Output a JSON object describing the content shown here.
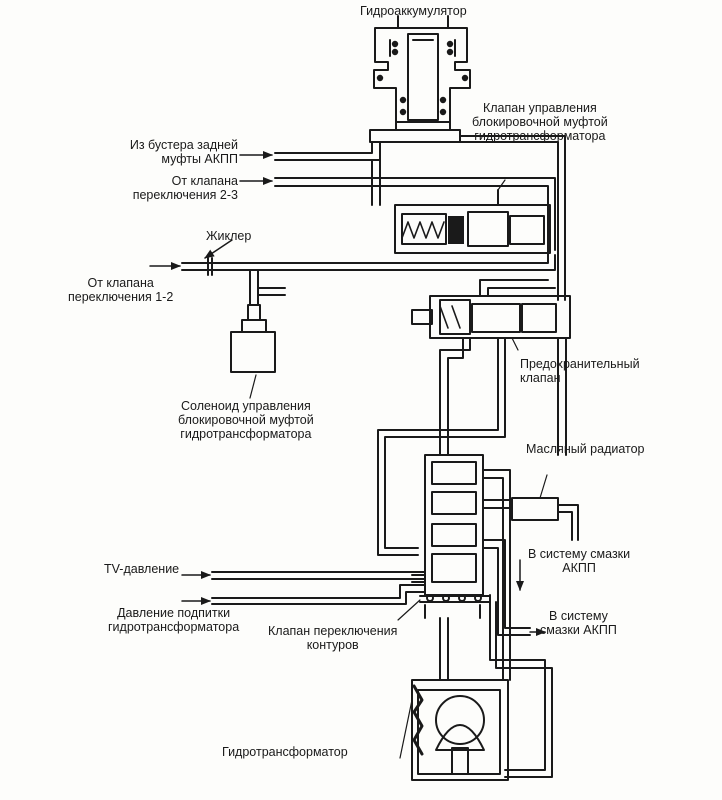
{
  "labels": {
    "accumulator": "Гидроаккумулятор",
    "lockup_control_valve": "Клапан управления\nблокировочной муфтой\nгидротрансформатора",
    "from_rear_clutch_booster": "Из бустера задней\nмуфты АКПП",
    "from_shift_valve_2_3": "От клапана\nпереключения 2-3",
    "orifice": "Жиклер",
    "from_shift_valve_1_2": "От клапана\nпереключения 1-2",
    "lockup_solenoid": "Соленоид управления\nблокировочной муфтой\nгидротрансформатора",
    "relief_valve": "Предохранительный\nклапан",
    "oil_cooler": "Масляный радиатор",
    "to_lubrication_1": "В систему смазки\nАКПП",
    "tv_pressure": "TV-давление",
    "converter_feed_pressure": "Давление подпитки\nгидротрансформатора",
    "circuit_switch_valve": "Клапан переключения\nконтуров",
    "to_lubrication_2": "В систему\nсмазки АКПП",
    "torque_converter": "Гидротрансформатор"
  },
  "colors": {
    "ink": "#1a1a1a",
    "paper": "#fdfdfb"
  }
}
